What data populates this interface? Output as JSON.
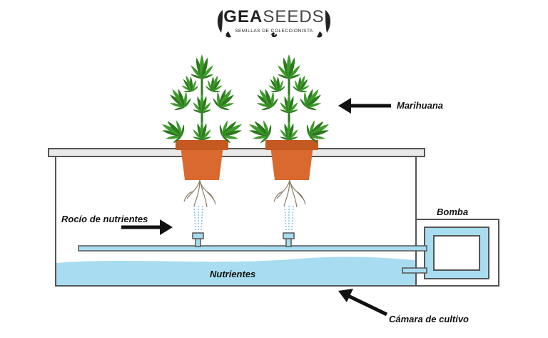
{
  "brand": {
    "name_bold": "GEA",
    "name_light": "SEEDS",
    "tagline": "SEMILLAS DE COLECCIONISTA"
  },
  "labels": {
    "plant": "Marihuana",
    "mist": "Rocío de nutrientes",
    "pump": "Bomba",
    "nutrients": "Nutrientes",
    "chamber": "Cámara de cultivo"
  },
  "colors": {
    "water": "#a8dcf0",
    "water_stroke": "#5ab4dc",
    "pot": "#d9692e",
    "pot_rim": "#c45a22",
    "leaf": "#3f9b2b",
    "leaf_dark": "#2d7a1f",
    "outline": "#555555",
    "lid": "#e9e9e9",
    "arrow": "#111111"
  }
}
